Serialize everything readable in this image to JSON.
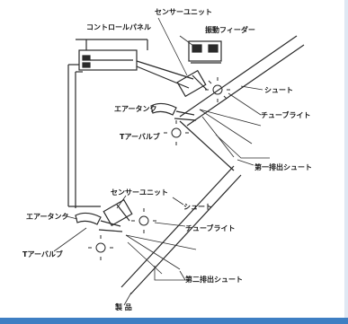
{
  "labels": {
    "control_panel": "コントロールパネル",
    "sensor_unit_top": "センサーユニット",
    "vibratory_feeder": "振動フィーダー",
    "chute_top": "シュート",
    "air_tank_top": "エアータンク",
    "t_air_valve_top": "Tアーバルブ",
    "tube_light_top": "チューブライト",
    "first_discharge_chute": "第一排出シュート",
    "sensor_unit_bottom": "センサーユニット",
    "chute_bottom": "シュート",
    "air_tank_bottom": "エアータンク",
    "t_air_valve_bottom": "Tアーバルブ",
    "tube_light_bottom": "チューブライト",
    "second_discharge_chute": "第二排出シュート",
    "product": "製 品"
  },
  "colors": {
    "line": "#2a2a2a",
    "accent_border": "#3e7fc3"
  }
}
